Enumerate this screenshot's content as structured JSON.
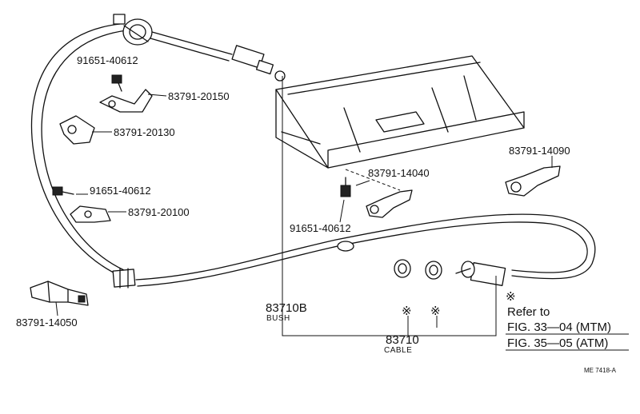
{
  "parts": {
    "p_91651_40612_top": "91651-40612",
    "p_83791_20150": "83791-20150",
    "p_83791_20130": "83791-20130",
    "p_91651_40612_mid": "91651-40612",
    "p_83791_20100": "83791-20100",
    "p_83791_14050": "83791-14050",
    "p_83791_14040": "83791-14040",
    "p_91651_40612_low": "91651-40612",
    "p_83791_14090": "83791-14090"
  },
  "bush": {
    "number": "83710B",
    "name": "BUSH"
  },
  "cable": {
    "number": "83710",
    "name": "CABLE"
  },
  "reference": {
    "mark": "※",
    "line1": "Refer to",
    "line2": "FIG. 33—04 (MTM)",
    "line3": "FIG. 35—05 (ATM)"
  },
  "asterisks": [
    "※",
    "※"
  ],
  "drawing_code": "ME 7418-A"
}
